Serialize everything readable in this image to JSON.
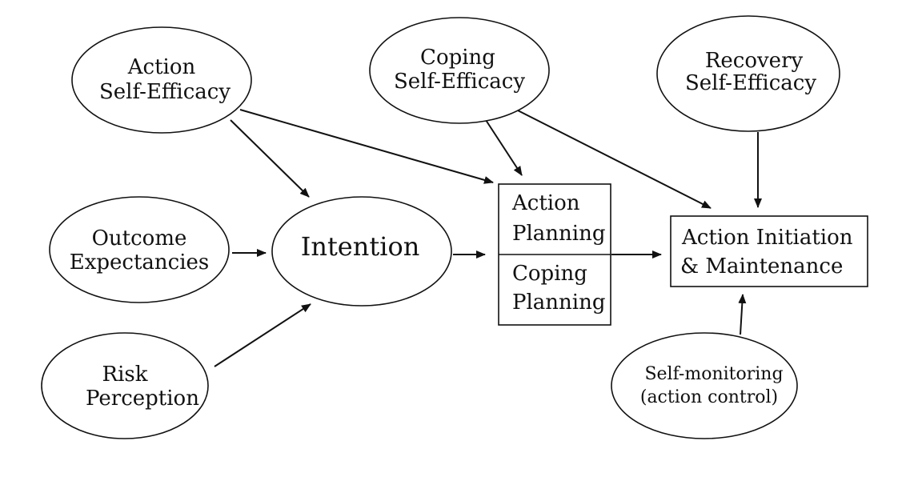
{
  "nodes": {
    "action_self_efficacy": [
      "Action",
      "Self-Efficacy"
    ],
    "coping_self_efficacy": [
      "Coping",
      "Self-Efficacy"
    ],
    "recovery_self_efficacy": [
      "Recovery",
      "Self-Efficacy"
    ],
    "outcome_expectancies": [
      "Outcome",
      "Expectancies"
    ],
    "intention": [
      "Intention"
    ],
    "action_planning": [
      "Action",
      "Planning"
    ],
    "coping_planning": [
      "Coping",
      "Planning"
    ],
    "action_initiation": [
      "Action Initiation",
      "& Maintenance"
    ],
    "risk_perception": [
      "Risk",
      "Perception"
    ],
    "self_monitoring": [
      "Self-monitoring",
      "(action control)"
    ]
  },
  "edges": [
    {
      "from": "action_self_efficacy",
      "to": "intention"
    },
    {
      "from": "action_self_efficacy",
      "to": "planning"
    },
    {
      "from": "coping_self_efficacy",
      "to": "planning"
    },
    {
      "from": "coping_self_efficacy",
      "to": "action_initiation"
    },
    {
      "from": "recovery_self_efficacy",
      "to": "action_initiation"
    },
    {
      "from": "outcome_expectancies",
      "to": "intention"
    },
    {
      "from": "risk_perception",
      "to": "intention"
    },
    {
      "from": "intention",
      "to": "planning"
    },
    {
      "from": "planning",
      "to": "action_initiation"
    },
    {
      "from": "self_monitoring",
      "to": "action_initiation"
    }
  ]
}
